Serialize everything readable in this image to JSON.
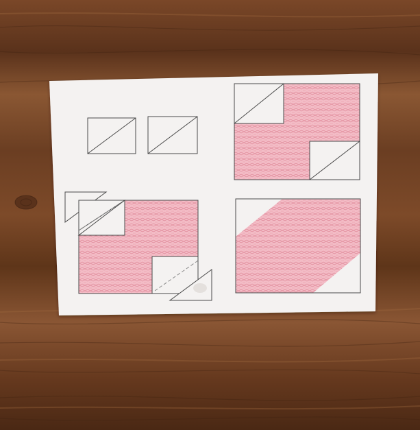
{
  "scene": {
    "description_visible_text": "",
    "colors": {
      "wood_base": "#6b3e22",
      "wood_light": "#8c5a35",
      "wood_dark": "#3e2212",
      "paper": "#f4f2f1",
      "paper_shadow": "#cfc9c4",
      "pink_fill": "#f2b8c2",
      "pink_pattern": "#e48fa0",
      "outline": "#4a4a4a",
      "dashed_line": "#8a8a8a"
    },
    "icons": [
      "wood-grain-background",
      "paper-card",
      "quilt-diagram"
    ]
  }
}
